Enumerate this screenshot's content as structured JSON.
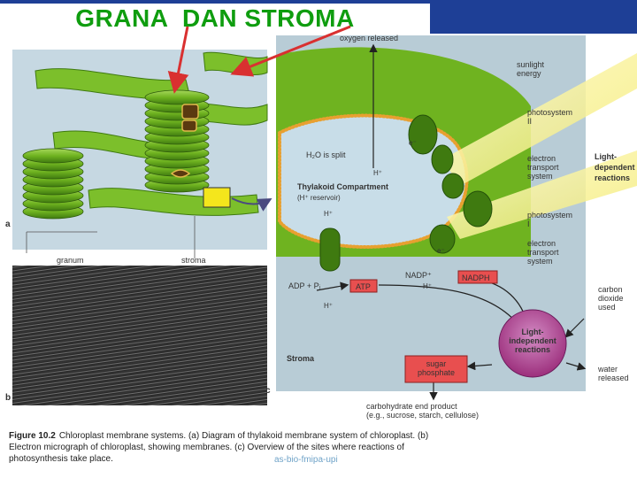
{
  "title": "GRANA  DAN STROMA",
  "colors": {
    "title_text": "#0f9d0f",
    "banner": "#1e3f96",
    "thylakoid_green": "#6fb320",
    "stroma_blue": "#b8ccd6",
    "thylakoid_compartment": "#c8dde8",
    "light_beam": "#f6f08a",
    "light_independent": "#b43c91",
    "arrow_red": "#d93030"
  },
  "panels": {
    "a": "a",
    "b": "b",
    "c": "c"
  },
  "labels": {
    "granum": "granum",
    "stroma_b": "stroma",
    "oxygen": "oxygen released",
    "sunlight": "sunlight\nenergy",
    "ps2": "photosystem\nII",
    "ps1": "photosystem\nI",
    "etc1": "electron\ntransport\nsystem",
    "etc2": "electron\ntransport\nsystem",
    "light_dependent": "Light-\ndependent\nreactions",
    "h2o_split": "H₂O is split",
    "hplus_a": "H⁺",
    "hplus_b": "H⁺",
    "hplus_c": "H⁺",
    "hplus_d": "H⁺",
    "electron_a": "e⁻",
    "electron_b": "e⁻",
    "thylakoid_compartment": "Thylakoid Compartment",
    "hreservoir": "(H⁺ reservoir)",
    "adp": "ADP + Pᵢ",
    "atp": "ATP",
    "nadp": "NADP⁺",
    "nadph": "NADPH",
    "stroma_c": "Stroma",
    "light_independent": "Light-\nindependent\nreactions",
    "carbon_dioxide": "carbon\ndioxide\nused",
    "water": "water\nreleased",
    "sugar_phosphate": "sugar\nphosphate",
    "carbohydrate": "carbohydrate end product\n(e.g., sucrose, starch, cellulose)"
  },
  "caption": {
    "lead": "Figure 10.2",
    "text": "Chloroplast membrane systems. (a) Diagram of thylakoid membrane system of chloroplast. (b) Electron micrograph of chloroplast, showing membranes. (c) Overview of the sites where reactions of photosynthesis take place."
  },
  "watermark": "as-bio-fmipa-upi"
}
